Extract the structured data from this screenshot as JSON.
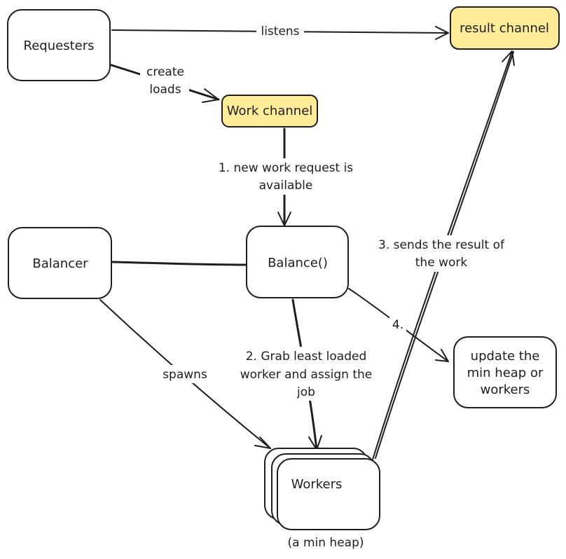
{
  "colors": {
    "stroke": "#1e1e1e",
    "highlight_fill": "#ffec99",
    "background": "#ffffff"
  },
  "nodes": {
    "requesters": "Requesters",
    "result_channel": "result channel",
    "work_channel": "Work channel",
    "balancer": "Balancer",
    "balance_fn": "Balance()",
    "update_heap": [
      "update the",
      "min heap or",
      "workers"
    ],
    "workers": "Workers",
    "workers_note": "(a min heap)"
  },
  "edges": {
    "listens": "listens",
    "create_loads": [
      "create",
      "loads"
    ],
    "new_work": [
      "1. new work request is",
      "available"
    ],
    "grab_worker": [
      "2. Grab least loaded",
      "worker and assign the",
      "job"
    ],
    "sends_result": [
      "3. sends the result of",
      "the work"
    ],
    "step4": "4.",
    "spawns": "spawns"
  }
}
